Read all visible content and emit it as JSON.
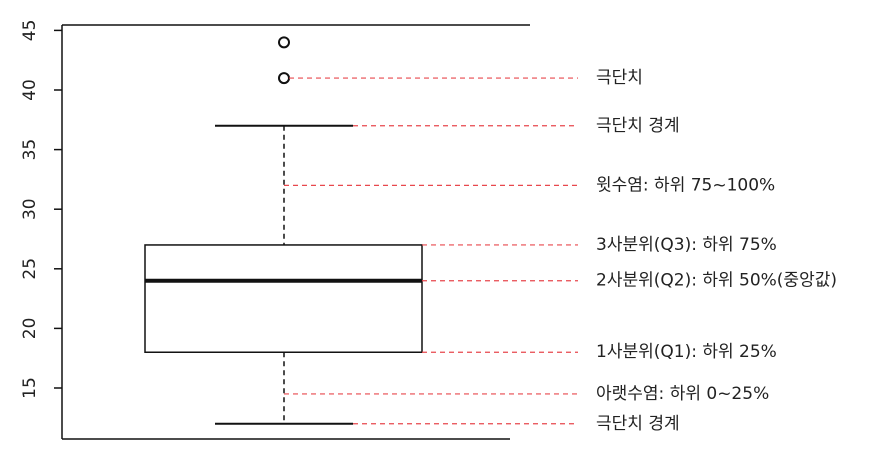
{
  "chart_data": {
    "type": "box",
    "title": "",
    "xlabel": "",
    "ylabel": "",
    "ylim": [
      11,
      46
    ],
    "yticks": [
      15,
      20,
      25,
      30,
      35,
      40,
      45
    ],
    "ytick_labels": [
      "15",
      "20",
      "25",
      "30",
      "35",
      "40",
      "45"
    ],
    "box": {
      "whisker_low": 12,
      "q1": 18,
      "median": 24,
      "q3": 27,
      "whisker_high": 37,
      "outliers": [
        41,
        44
      ]
    },
    "annotations": [
      {
        "label": "극단치",
        "value": 41
      },
      {
        "label": "극단치 경계",
        "value": 37
      },
      {
        "label": "윗수염: 하위 75~100%",
        "value": 32
      },
      {
        "label": "3사분위(Q3): 하위 75%",
        "value": 27
      },
      {
        "label": "2사분위(Q2): 하위 50%(중앙값)",
        "value": 24
      },
      {
        "label": "1사분위(Q1): 하위 25%",
        "value": 18
      },
      {
        "label": "아랫수염: 하위 0~25%",
        "value": 14.5
      },
      {
        "label": "극단치 경계",
        "value": 12
      }
    ],
    "grid": false,
    "colors": {
      "box": "#111111",
      "annotation_line": "#e8484d"
    }
  }
}
